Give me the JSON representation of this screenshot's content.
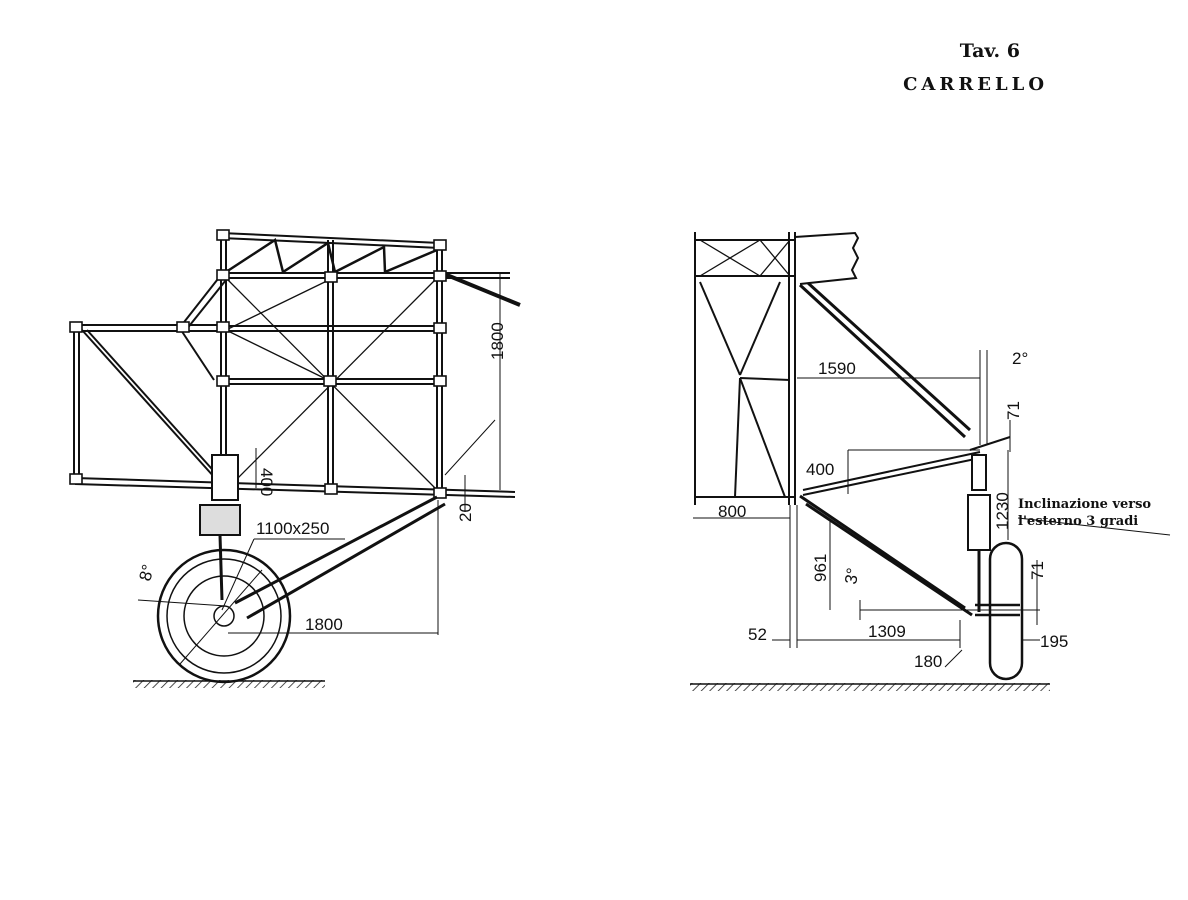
{
  "title_block": {
    "plate": "Tav. 6",
    "title": "CARRELLO"
  },
  "side_view": {
    "dims": {
      "height_frame": "1800",
      "strut_offset": "400",
      "tube_offset": "20",
      "tire_size": "1100x250",
      "angle": "8°",
      "wheel_base": "1800"
    }
  },
  "front_view": {
    "dims": {
      "top_angle": "2°",
      "span_strut": "1590",
      "upper_offset": "71",
      "brace_offset": "400",
      "leg_length": "1230",
      "root_width": "800",
      "height_axle": "961",
      "axle_angle": "3°",
      "lower_offset": "71",
      "track": "1309",
      "gap_left": "52",
      "axle_stub": "180",
      "hub_width": "195"
    },
    "note_line1": "Inclinazione verso",
    "note_line2": "l'esterno 3 gradi"
  }
}
